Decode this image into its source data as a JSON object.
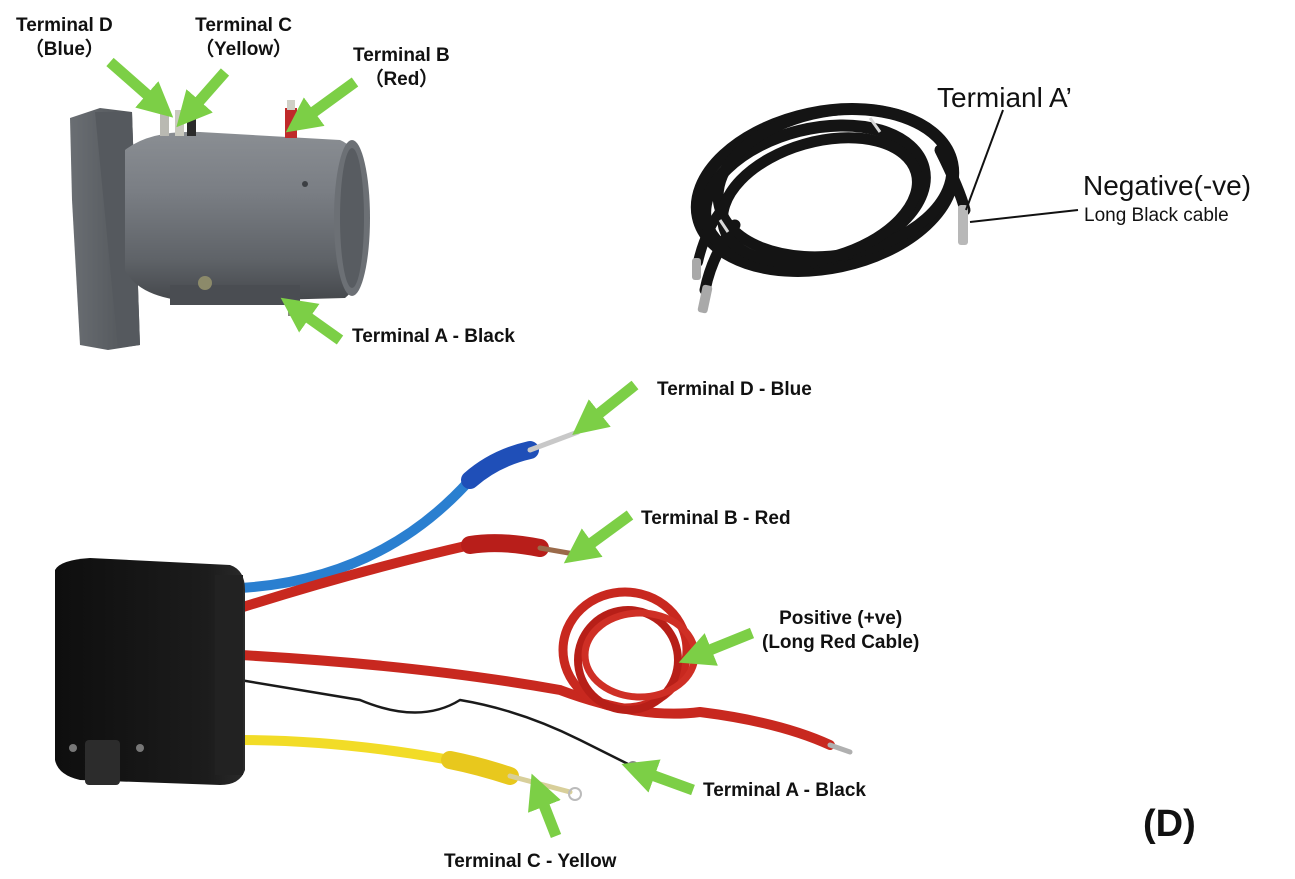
{
  "labels": {
    "motor_d_name": "Terminal D",
    "motor_d_color": "（Blue）",
    "motor_c_name": "Terminal C",
    "motor_c_color": "（Yellow）",
    "motor_b_name": "Terminal B",
    "motor_b_color": "（Red）",
    "motor_a": "Terminal A - Black",
    "cable_a_prime": "Termianl A’",
    "cable_negative": "Negative(-ve)",
    "cable_long_black": "Long Black cable",
    "sol_d": "Terminal D - Blue",
    "sol_b": "Terminal B - Red",
    "sol_positive": "Positive (+ve)",
    "sol_long_red": "(Long Red Cable)",
    "sol_a": "Terminal A - Black",
    "sol_c": "Terminal C - Yellow",
    "figure_tag": "(D)"
  },
  "colors": {
    "arrow_green": "#7ccf46",
    "motor_gray": "#6d7176",
    "wire_blue": "#2a7fd0",
    "wire_red": "#c8281f",
    "wire_yellow": "#f2dc27",
    "wire_black": "#1a1a1a",
    "solenoid_black": "#141414"
  }
}
